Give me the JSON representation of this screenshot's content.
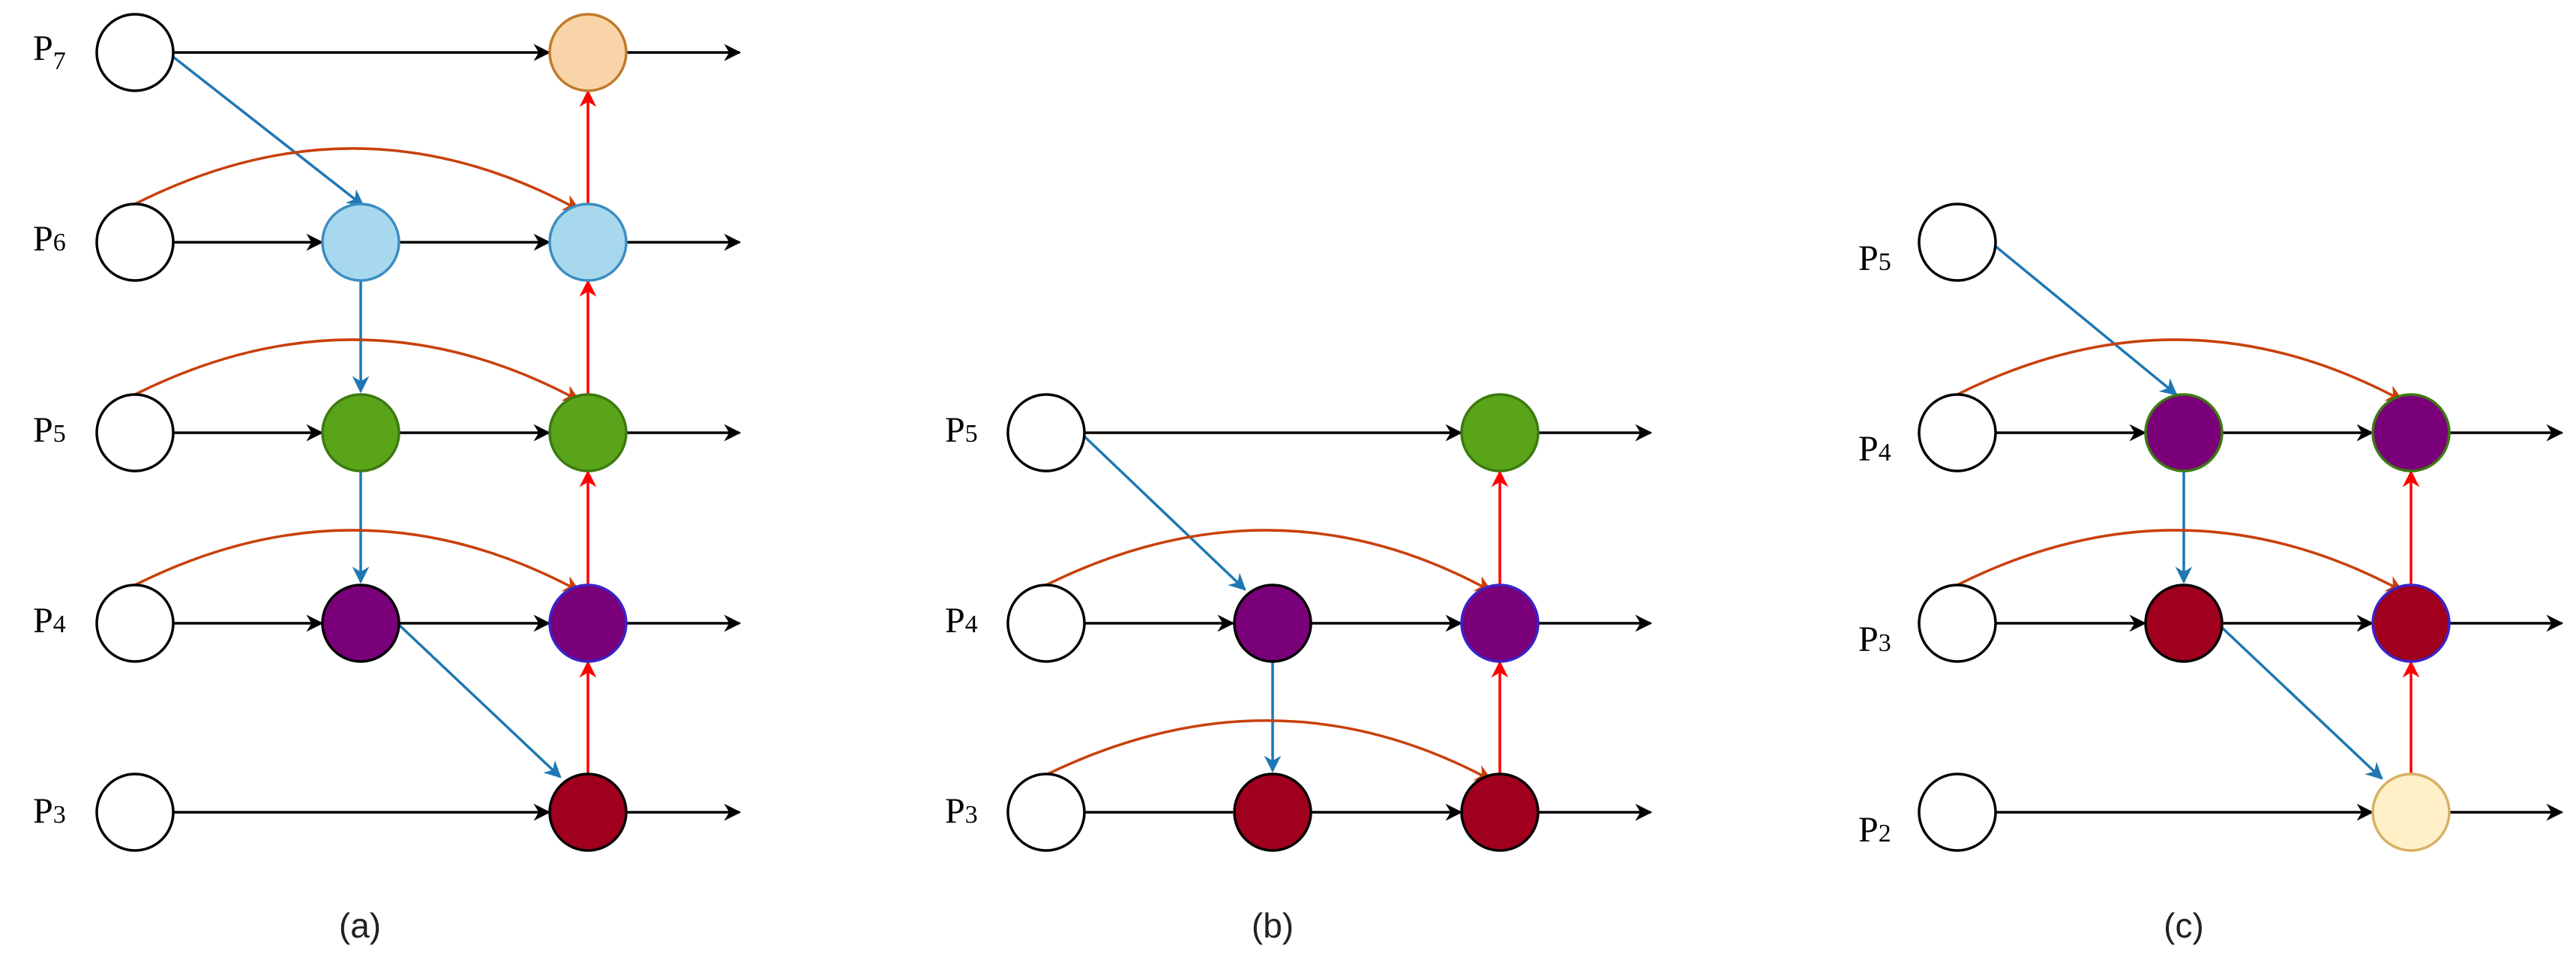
{
  "colors": {
    "white_node": "#ffffff",
    "peach": "#f9d4a8",
    "peach_stroke": "#c07a2b",
    "light_blue": "#a8d8ee",
    "light_blue_stroke": "#3b8dc0",
    "green": "#5aa41a",
    "green_stroke": "#3c7a10",
    "purple": "#7a007a",
    "purple_stroke_blue": "#3a22c8",
    "dark_red": "#a0001e",
    "pale_yellow": "#fff0c8",
    "pale_yellow_stroke": "#d8b060",
    "black_arrow": "#000000",
    "blue_arrow": "#1f77b4",
    "red_arrow": "#ff0000",
    "orange_arrow": "#c8400c"
  },
  "panels": [
    {
      "caption": "(a)",
      "levels": [
        {
          "letter": "P",
          "sub": "7"
        },
        {
          "letter": "P",
          "sub": "6"
        },
        {
          "letter": "P",
          "sub": "5"
        },
        {
          "letter": "P",
          "sub": "4"
        },
        {
          "letter": "P",
          "sub": "3"
        }
      ]
    },
    {
      "caption": "(b)",
      "levels": [
        {
          "letter": "P",
          "sub": "5"
        },
        {
          "letter": "P",
          "sub": "4"
        },
        {
          "letter": "P",
          "sub": "3"
        }
      ]
    },
    {
      "caption": "(c)",
      "levels": [
        {
          "letter": "P",
          "sub": "5"
        },
        {
          "letter": "P",
          "sub": "4"
        },
        {
          "letter": "P",
          "sub": "3"
        },
        {
          "letter": "P",
          "sub": "2"
        }
      ]
    }
  ]
}
